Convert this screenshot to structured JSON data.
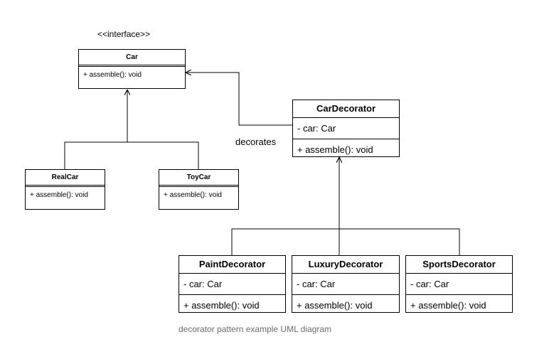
{
  "diagram": {
    "stereotype": "<<interface>>",
    "classes": {
      "car": {
        "name": "Car",
        "operation": "+ assemble(): void"
      },
      "real_car": {
        "name": "RealCar",
        "operation": "+ assemble(): void"
      },
      "toy_car": {
        "name": "ToyCar",
        "operation": "+ assemble(): void"
      },
      "car_decorator": {
        "name": "CarDecorator",
        "attribute": "- car: Car",
        "operation": "+ assemble(): void"
      },
      "paint_decorator": {
        "name": "PaintDecorator",
        "attribute": "- car: Car",
        "operation": "+ assemble(): void"
      },
      "luxury_decorator": {
        "name": "LuxuryDecorator",
        "attribute": "- car: Car",
        "operation": "+ assemble(): void"
      },
      "sports_decorator": {
        "name": "SportsDecorator",
        "attribute": "- car: Car",
        "operation": "+ assemble(): void"
      }
    },
    "edge_label": "decorates",
    "caption": "decorator pattern example UML diagram"
  }
}
